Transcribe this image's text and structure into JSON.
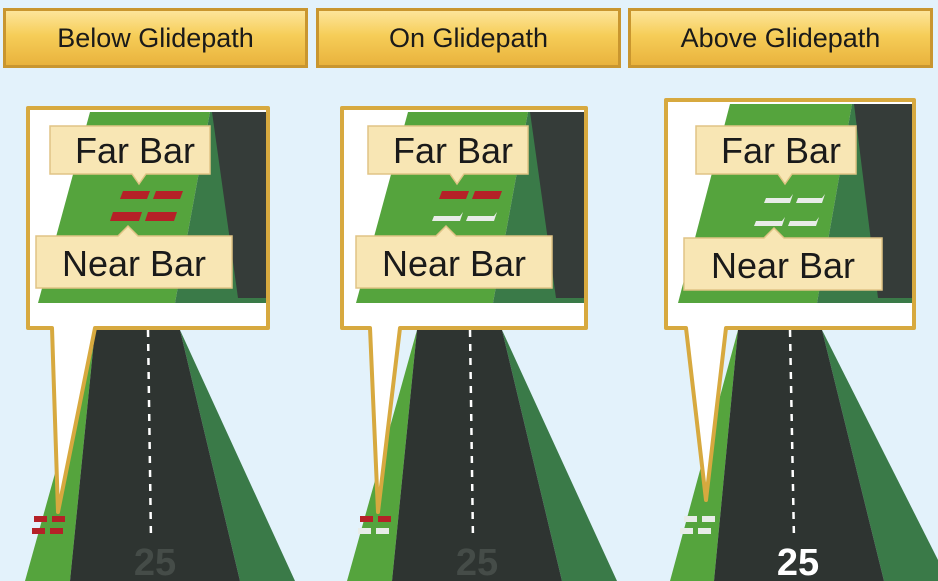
{
  "panels": [
    {
      "title": "Below Glidepath",
      "far_bar_label": "Far Bar",
      "near_bar_label": "Near Bar",
      "far_bar_color": "red",
      "near_bar_color": "red",
      "runway_number": "25",
      "runway_number_visible": false
    },
    {
      "title": "On Glidepath",
      "far_bar_label": "Far Bar",
      "near_bar_label": "Near Bar",
      "far_bar_color": "red",
      "near_bar_color": "white",
      "runway_number": "25",
      "runway_number_visible": false
    },
    {
      "title": "Above Glidepath",
      "far_bar_label": "Far Bar",
      "near_bar_label": "Near Bar",
      "far_bar_color": "white",
      "near_bar_color": "white",
      "runway_number": "25",
      "runway_number_visible": true
    }
  ],
  "colors": {
    "background": "#e3f2fb",
    "header_fill": "#f6cd58",
    "header_border": "#c9962f",
    "callout_border": "#d7a93f",
    "label_box_fill": "#f8e6b4",
    "grass_light": "#55a43d",
    "grass_dark": "#3a7a48",
    "runway": "#2e3431",
    "red_light": "#b52127",
    "white_light": "#e8ece8"
  }
}
